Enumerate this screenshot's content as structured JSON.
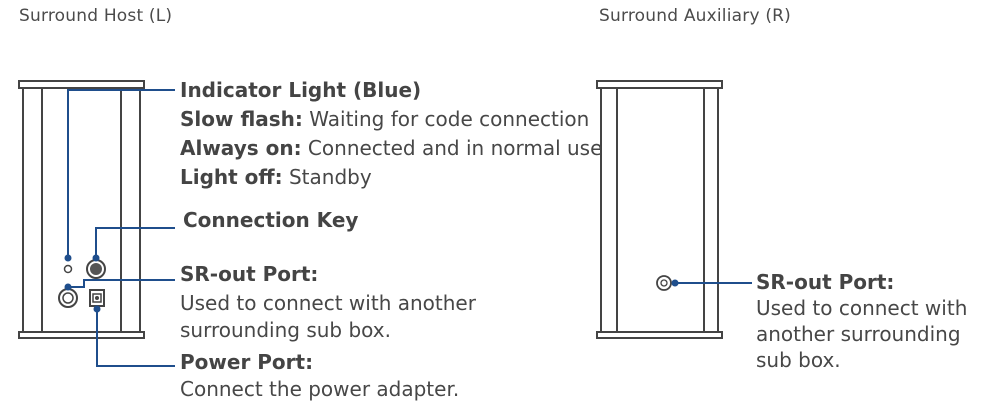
{
  "host": {
    "title": "Surround Host (L)",
    "indicator": {
      "heading": "Indicator Light (Blue)",
      "lines": [
        {
          "label": "Slow flash:",
          "text": " Waiting for code connection"
        },
        {
          "label": "Always on:",
          "text": " Connected and in normal use"
        },
        {
          "label": "Light off:",
          "text": " Standby"
        }
      ]
    },
    "connection_key": {
      "heading": "Connection Key"
    },
    "sr_out": {
      "heading": "SR-out Port:",
      "lines": [
        "Used to connect with another",
        "surrounding sub box."
      ]
    },
    "power": {
      "heading": "Power Port:",
      "lines": [
        "Connect the power adapter."
      ]
    }
  },
  "auxiliary": {
    "title": "Surround Auxiliary (R)",
    "sr_out": {
      "heading": "SR-out Port:",
      "lines": [
        "Used to connect with",
        "another surrounding",
        "sub box."
      ]
    }
  },
  "colors": {
    "leader": "#1f4e8c",
    "outline": "#444444"
  }
}
